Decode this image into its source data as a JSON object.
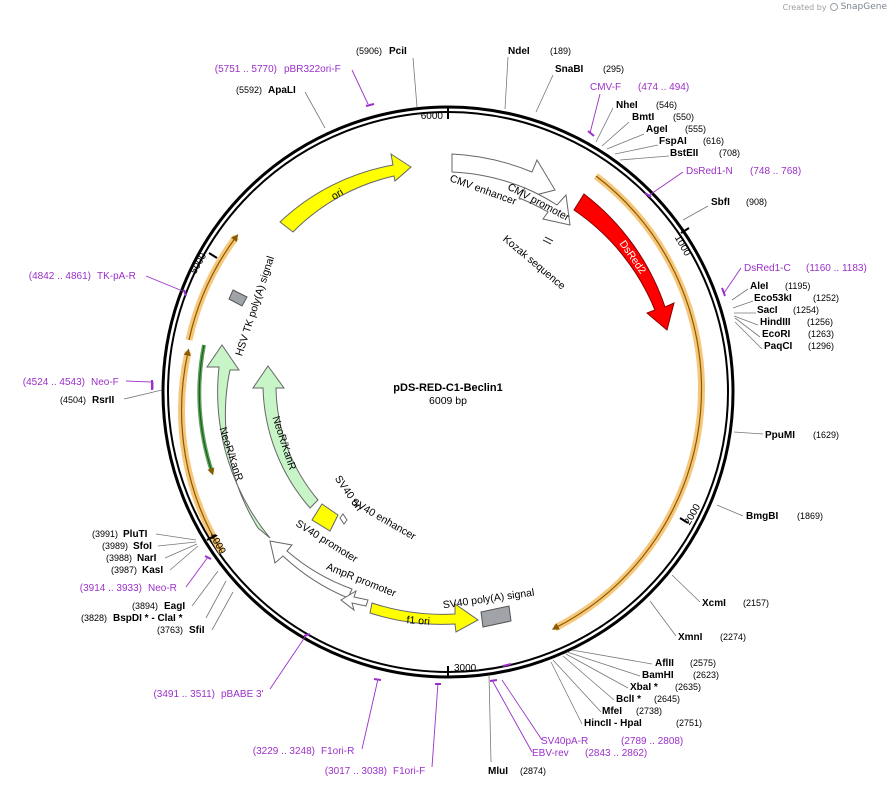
{
  "credit": {
    "created_by": "Created by",
    "brand": "SnapGene"
  },
  "plasmid": {
    "name": "pDS-RED-C1-Beclin1",
    "length_label": "6009 bp",
    "length": 6009
  },
  "colors": {
    "primer": "#9b30c9",
    "dsred": "#ff0000",
    "ori": "#ffff00",
    "neo": "#c8f5c8",
    "orf": "#f4b860",
    "polyA": "#a0a4a8"
  },
  "ticks": [
    {
      "pos": 1000,
      "label": "1000"
    },
    {
      "pos": 2000,
      "label": "2000"
    },
    {
      "pos": 3000,
      "label": "3000"
    },
    {
      "pos": 4000,
      "label": "4000"
    },
    {
      "pos": 5000,
      "label": "5000"
    },
    {
      "pos": 6000,
      "label": "6000"
    }
  ],
  "sites": [
    {
      "name": "PciI",
      "pos": "(5906)"
    },
    {
      "name": "NdeI",
      "pos": "(189)"
    },
    {
      "name": "SnaBI",
      "pos": "(295)"
    },
    {
      "name": "ApaLI",
      "pos": "(5592)"
    },
    {
      "name": "NheI",
      "pos": "(546)"
    },
    {
      "name": "BmtI",
      "pos": "(550)"
    },
    {
      "name": "AgeI",
      "pos": "(555)"
    },
    {
      "name": "FspAI",
      "pos": "(616)"
    },
    {
      "name": "BstEII",
      "pos": "(708)"
    },
    {
      "name": "SbfI",
      "pos": "(908)"
    },
    {
      "name": "AleI",
      "pos": "(1195)"
    },
    {
      "name": "Eco53kI",
      "pos": "(1252)"
    },
    {
      "name": "SacI",
      "pos": "(1254)"
    },
    {
      "name": "HindIII",
      "pos": "(1256)"
    },
    {
      "name": "EcoRI",
      "pos": "(1263)"
    },
    {
      "name": "PaqCI",
      "pos": "(1296)"
    },
    {
      "name": "PpuMI",
      "pos": "(1629)"
    },
    {
      "name": "BmgBI",
      "pos": "(1869)"
    },
    {
      "name": "XcmI",
      "pos": "(2157)"
    },
    {
      "name": "XmnI",
      "pos": "(2274)"
    },
    {
      "name": "AflII",
      "pos": "(2575)"
    },
    {
      "name": "BamHI",
      "pos": "(2623)"
    },
    {
      "name": "XbaI *",
      "pos": "(2635)"
    },
    {
      "name": "BclI *",
      "pos": "(2645)"
    },
    {
      "name": "MfeI",
      "pos": "(2738)"
    },
    {
      "name": "HincII - HpaI",
      "pos": "(2751)"
    },
    {
      "name": "MluI",
      "pos": "(2874)"
    },
    {
      "name": "RsrII",
      "pos": "(4504)"
    },
    {
      "name": "PluTI",
      "pos": "(3991)"
    },
    {
      "name": "SfoI",
      "pos": "(3989)"
    },
    {
      "name": "NarI",
      "pos": "(3988)"
    },
    {
      "name": "KasI",
      "pos": "(3987)"
    },
    {
      "name": "EagI",
      "pos": "(3894)"
    },
    {
      "name": "BspDI * - ClaI *",
      "pos": "(3828)"
    },
    {
      "name": "SfiI",
      "pos": "(3763)"
    }
  ],
  "primers": [
    {
      "name": "pBR322ori-F",
      "range": "(5751 .. 5770)"
    },
    {
      "name": "CMV-F",
      "range": "(474 .. 494)"
    },
    {
      "name": "DsRed1-N",
      "range": "(748 .. 768)"
    },
    {
      "name": "DsRed1-C",
      "range": "(1160 .. 1183)"
    },
    {
      "name": "TK-pA-R",
      "range": "(4842 .. 4861)"
    },
    {
      "name": "Neo-F",
      "range": "(4524 .. 4543)"
    },
    {
      "name": "Neo-R",
      "range": "(3914 .. 3933)"
    },
    {
      "name": "pBABE 3'",
      "range": "(3491 .. 3511)"
    },
    {
      "name": "F1ori-R",
      "range": "(3229 .. 3248)"
    },
    {
      "name": "F1ori-F",
      "range": "(3017 .. 3038)"
    },
    {
      "name": "SV40pA-R",
      "range": "(2789 .. 2808)"
    },
    {
      "name": "EBV-rev",
      "range": "(2843 .. 2862)"
    }
  ],
  "features": {
    "cmv_enhancer": "CMV enhancer",
    "cmv_promoter": "CMV promoter",
    "kozak": "Kozak sequence",
    "dsred2": "DsRed2",
    "ori": "ori",
    "hsv_tk": "HSV TK poly(A) signal",
    "neo_outer": "NeoR/KanR",
    "neo_inner": "NeoR/KanR",
    "sv40_ori": "SV40 ori",
    "sv40_enhancer": "SV40 enhancer",
    "sv40_promoter": "SV40 promoter",
    "ampr_promoter": "AmpR promoter",
    "f1_ori": "f1 ori",
    "sv40_polyA": "SV40 poly(A) signal"
  }
}
